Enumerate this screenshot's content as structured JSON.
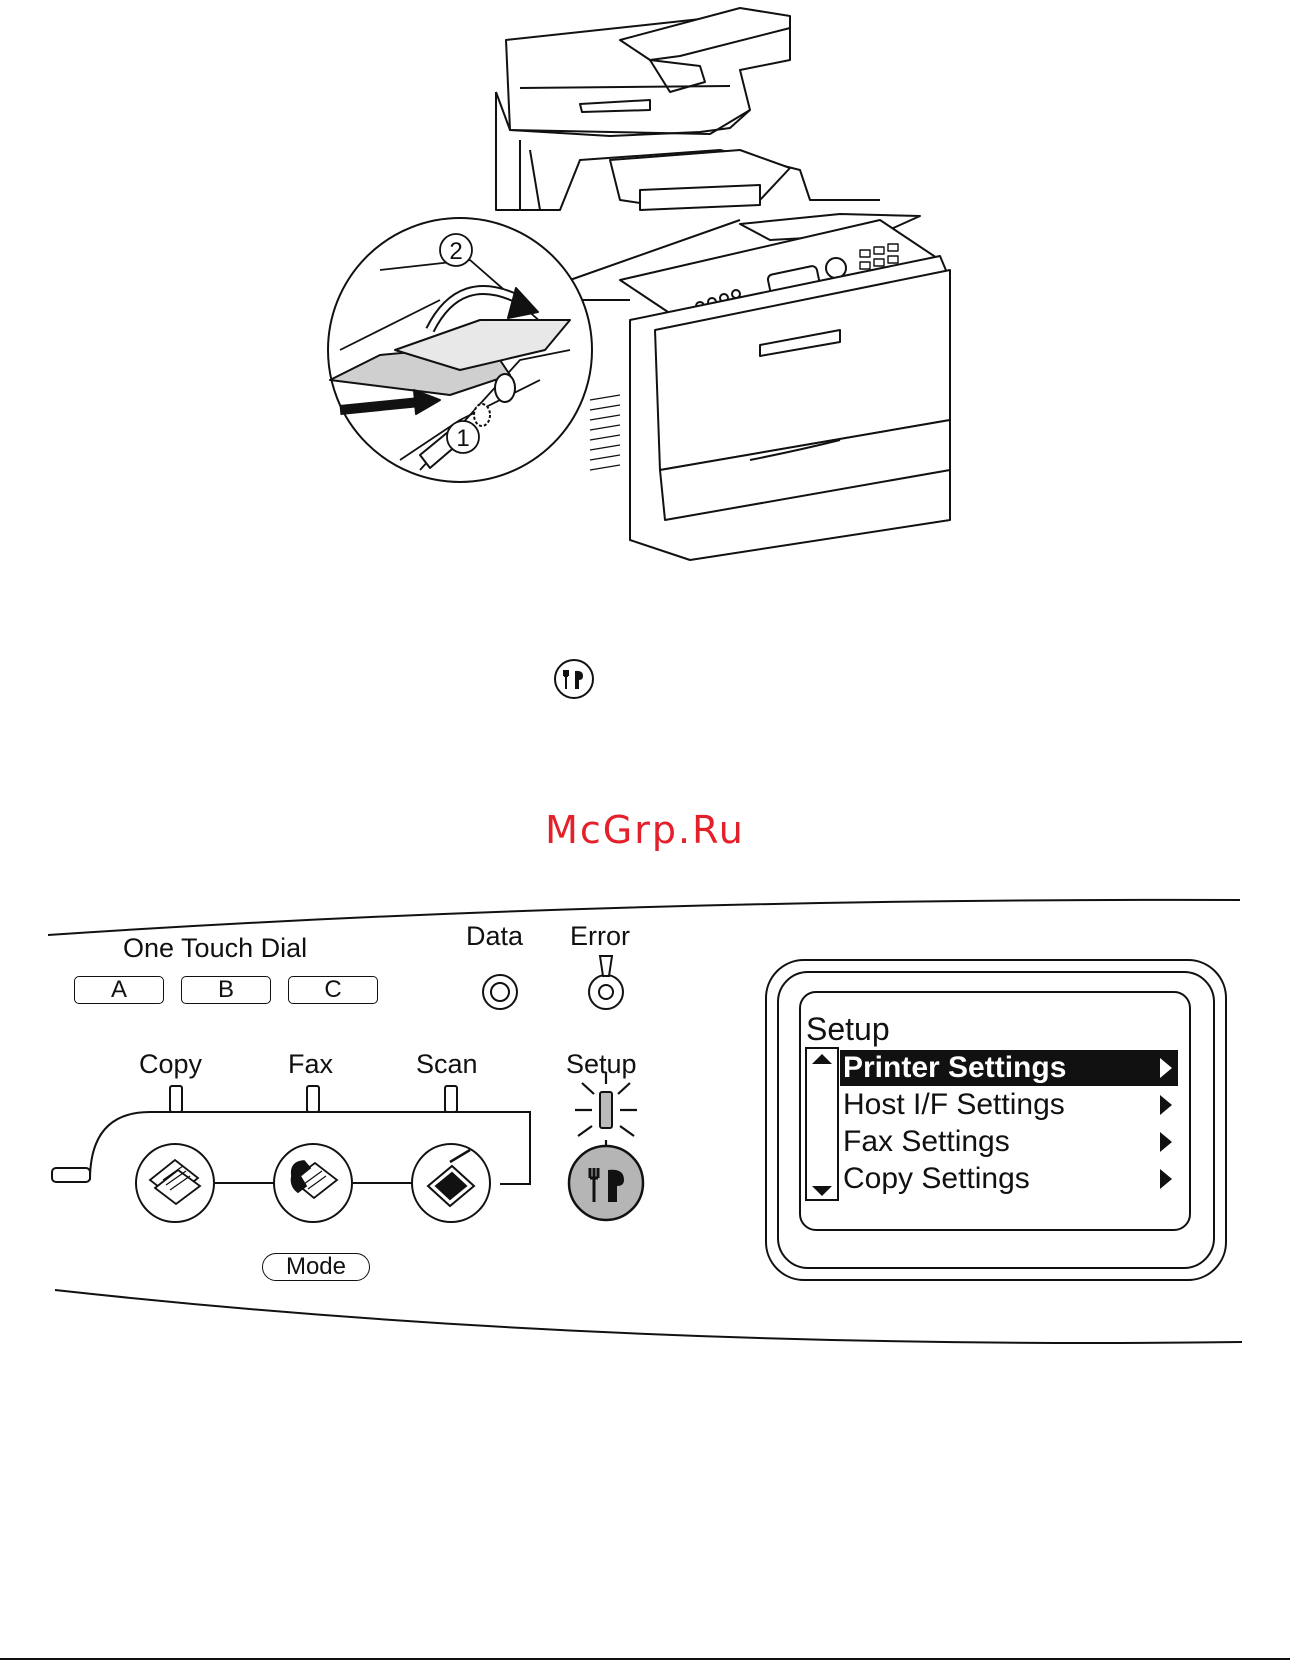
{
  "illustration": {
    "step_two_label": "2",
    "step_one_label": "1"
  },
  "setup_icon_inline": "setup-wrench-icon",
  "watermark": "McGrp.Ru",
  "panel": {
    "one_touch_dial_label": "One Touch Dial",
    "dial_keys": [
      "A",
      "B",
      "C"
    ],
    "data_label": "Data",
    "error_label": "Error",
    "modes": [
      {
        "label": "Copy",
        "icon": "copy-mode-icon"
      },
      {
        "label": "Fax",
        "icon": "fax-mode-icon"
      },
      {
        "label": "Scan",
        "icon": "scan-mode-icon"
      }
    ],
    "setup_label": "Setup",
    "setup_icon": "setup-wrench-icon",
    "mode_key": "Mode",
    "setup_button_color": "#b5b5b5"
  },
  "lcd": {
    "title": "Setup",
    "items": [
      {
        "label": "Printer Settings",
        "selected": true
      },
      {
        "label": "Host I/F Settings",
        "selected": false
      },
      {
        "label": "Fax Settings",
        "selected": false
      },
      {
        "label": "Copy Settings",
        "selected": false
      }
    ]
  }
}
